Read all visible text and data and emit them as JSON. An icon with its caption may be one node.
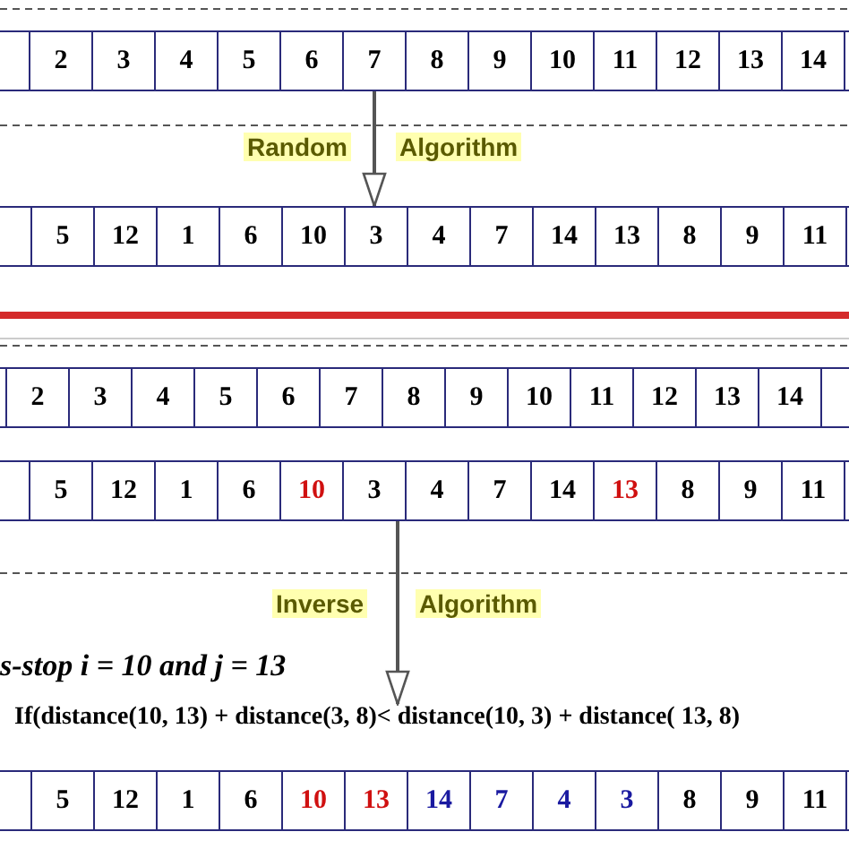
{
  "diagram": {
    "nodes": [
      {
        "text": [
          "2",
          "3",
          "4",
          "5",
          "6",
          "7",
          "8",
          "9",
          "10",
          "11",
          "12",
          "13",
          "14"
        ]
      },
      {
        "text": [
          "5",
          "12",
          "1",
          "6",
          "10",
          "3",
          "4",
          "7",
          "14",
          "13",
          "8",
          "9",
          "11"
        ]
      },
      {
        "text": [
          "2",
          "3",
          "4",
          "5",
          "6",
          "7",
          "8",
          "9",
          "10",
          "11",
          "12",
          "13",
          "14"
        ]
      },
      {
        "text": [
          "5",
          "12",
          "1",
          "6",
          "10",
          "3",
          "4",
          "7",
          "14",
          "13",
          "8",
          "9",
          "11"
        ]
      },
      {
        "text": [
          "If(distance(10, 13) + distance(3, 8)< distance(10, 3) + distance( 13, 8)"
        ]
      },
      {
        "text": [
          "5",
          "12",
          "1",
          "6",
          "10",
          "13",
          "14",
          "7",
          "4",
          "3",
          "8",
          "9",
          "11"
        ]
      }
    ],
    "edges": [
      {
        "from": 0,
        "to": 1,
        "arrow": "to"
      },
      {
        "from": 3,
        "to": 4,
        "arrow": "to"
      }
    ],
    "labels": [
      "Random",
      "Algorithm",
      "Inverse",
      "Algorithm",
      "s-stop i = 10  and j = 13"
    ]
  }
}
